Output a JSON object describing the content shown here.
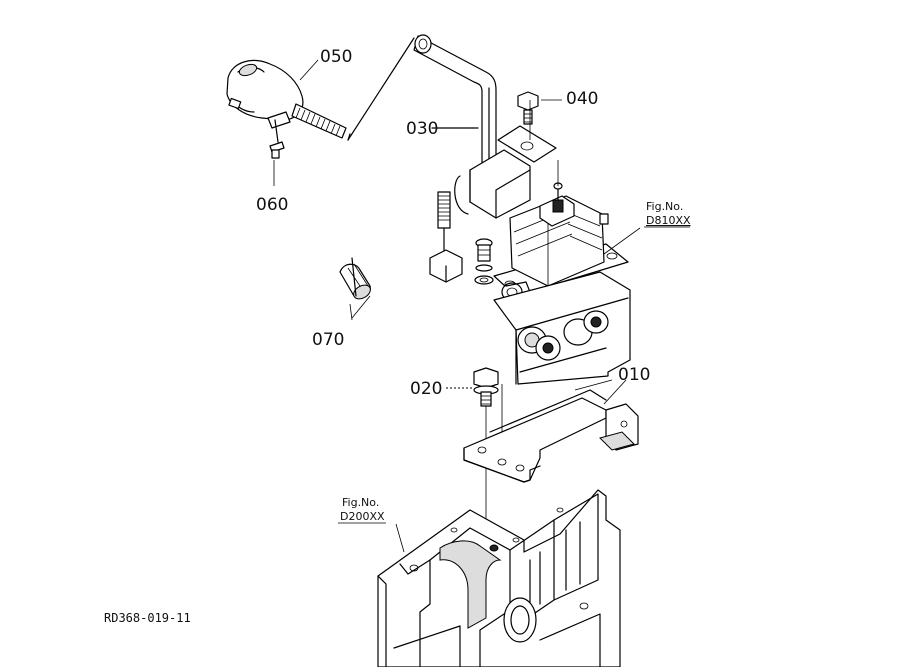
{
  "parts": {
    "p010": "010",
    "p020": "020",
    "p030": "030",
    "p040": "040",
    "p050": "050",
    "p060": "060",
    "p070": "070"
  },
  "figrefs": {
    "upper": {
      "title": "Fig.No.",
      "code": "D810XX"
    },
    "lower": {
      "title": "Fig.No.",
      "code": "D200XX"
    }
  },
  "drawing_id": "RD368-019-11"
}
